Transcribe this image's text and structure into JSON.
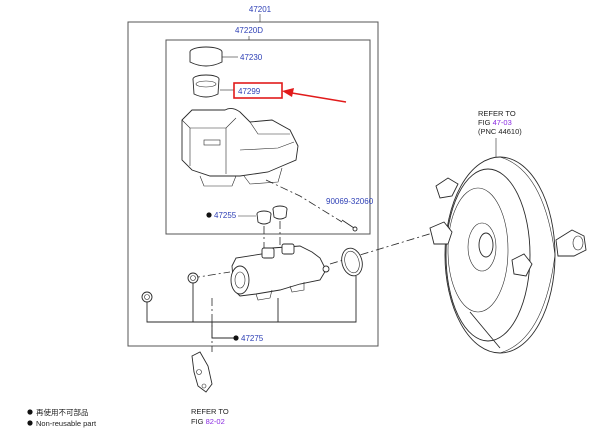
{
  "labels": {
    "assembly": "47201",
    "reservoir_assy": "47220D",
    "cap": "47230",
    "strainer": "47299",
    "bolt": "90069-32060",
    "grommet": "47255",
    "gasket": "47275"
  },
  "refs": {
    "booster_line1": "REFER TO",
    "booster_fig_prefix": "FIG ",
    "booster_fig": "47-03",
    "booster_pnc": "(PNC 44610)",
    "bracket_line1": "REFER TO",
    "bracket_fig_prefix": "FIG ",
    "bracket_fig": "82-02"
  },
  "legend": {
    "item1": "再使用不可部品",
    "item2": "Non-reusable part"
  },
  "colors": {
    "part_number": "#2d3fb5",
    "highlight": "#e11b1b",
    "reference": "#8a2be2"
  }
}
